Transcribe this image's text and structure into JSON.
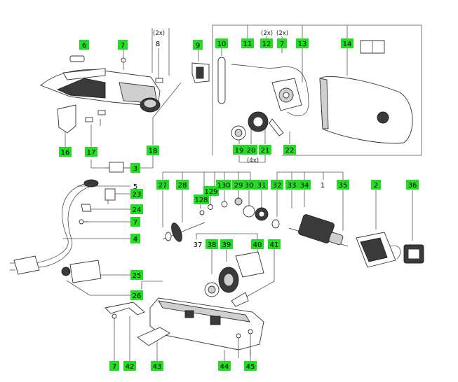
{
  "diagram": {
    "labels": {
      "p1": "1",
      "p2": "2",
      "p3": "3",
      "p4": "4",
      "p5": "5",
      "p6": "6",
      "p7": "7",
      "p8": "8",
      "p9": "9",
      "p10": "10",
      "p11": "11",
      "p12": "12",
      "p13": "13",
      "p14": "14",
      "p16": "16",
      "p17": "17",
      "p18": "18",
      "p19": "19",
      "p20": "20",
      "p21": "21",
      "p22": "22",
      "p23": "23",
      "p24": "24",
      "p25": "25",
      "p26": "26",
      "p27": "27",
      "p28": "28",
      "p29": "29",
      "p30": "30",
      "p31": "31",
      "p32": "32",
      "p33": "33",
      "p34": "34",
      "p35": "35",
      "p36": "36",
      "p37": "37",
      "p38": "38",
      "p39": "39",
      "p40": "40",
      "p41": "41",
      "p42": "42",
      "p43": "43",
      "p44": "44",
      "p45": "45",
      "p128": "128",
      "p129": "129",
      "p130": "130"
    },
    "notes": {
      "qty2_a": "(2x)",
      "qty2_b": "(2x)",
      "qty2_c": "(2x)",
      "qty4": "(4x)"
    },
    "colors": {
      "label_green": "#22dd22",
      "label_outline": "#555555",
      "line": "#555555"
    }
  }
}
